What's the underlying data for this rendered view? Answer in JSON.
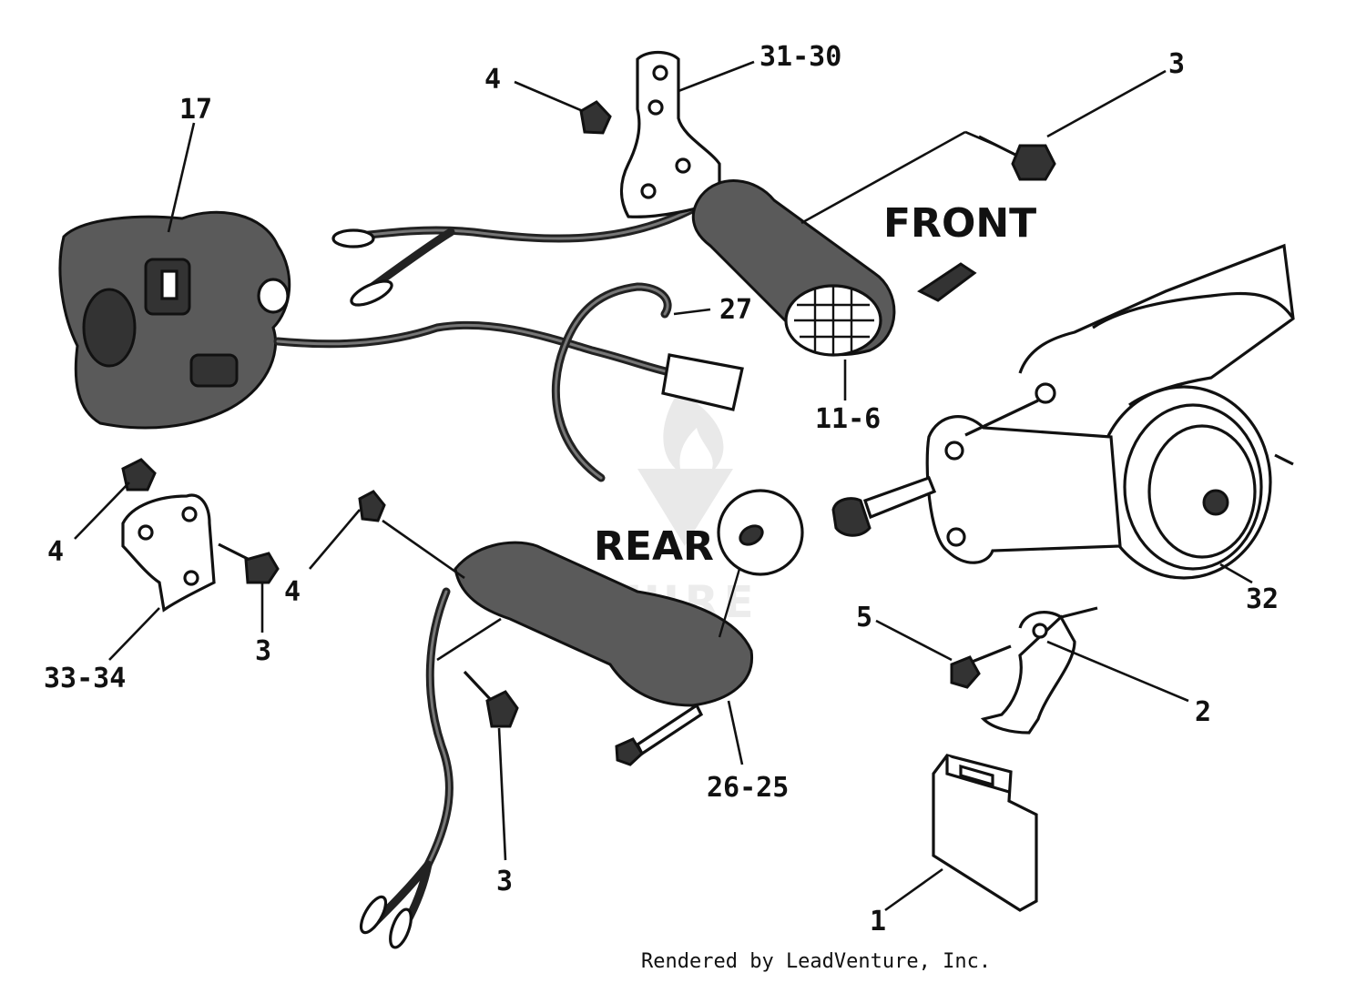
{
  "labels": {
    "front": "FRONT",
    "rear": "REAR",
    "parts": {
      "p17": "17",
      "p4a": "4",
      "p3130": "31-30",
      "p3a": "3",
      "p27": "27",
      "p116": "11-6",
      "p4b": "4",
      "p4c": "4",
      "p3b": "3",
      "p3334": "33-34",
      "p3c": "3",
      "p2625": "26-25",
      "p32": "32",
      "p5": "5",
      "p2": "2",
      "p1": "1"
    }
  },
  "watermark": "VENTURE",
  "footer": "Rendered by LeadVenture, Inc."
}
